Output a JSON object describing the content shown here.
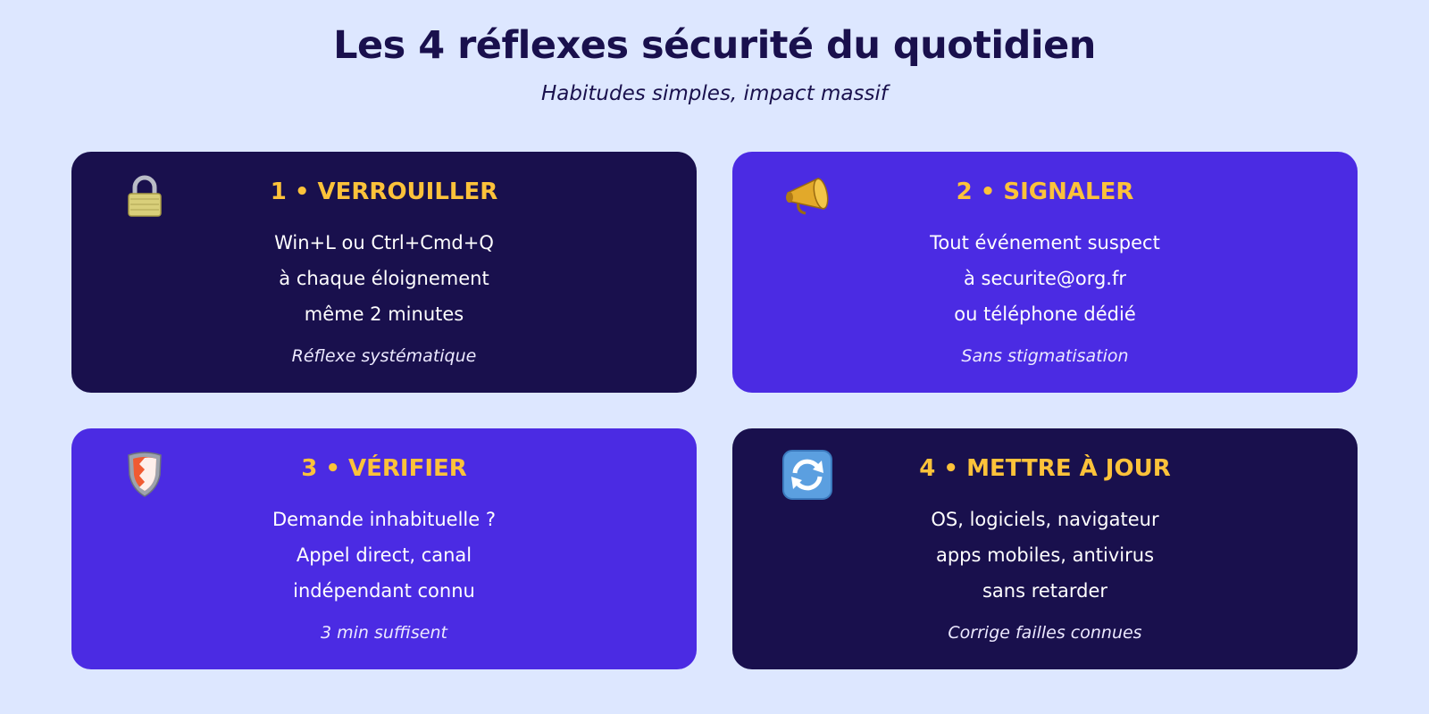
{
  "header": {
    "title": "Les 4 réflexes sécurité du quotidien",
    "subtitle": "Habitudes simples, impact massif"
  },
  "colors": {
    "background": "#dde7ff",
    "dark_card": "#19104d",
    "violet_card": "#4b2be3",
    "accent": "#fcc23a",
    "text": "#ffffff"
  },
  "cards": [
    {
      "icon": "padlock-icon",
      "title": "1 • VERROUILLER",
      "lines": [
        "Win+L ou Ctrl+Cmd+Q",
        "à chaque éloignement",
        "même 2 minutes"
      ],
      "note": "Réflexe systématique"
    },
    {
      "icon": "megaphone-icon",
      "title": "2 • SIGNALER",
      "lines": [
        "Tout événement suspect",
        "à securite@org.fr",
        "ou téléphone dédié"
      ],
      "note": "Sans stigmatisation"
    },
    {
      "icon": "shield-icon",
      "title": "3 • VÉRIFIER",
      "lines": [
        "Demande inhabituelle ?",
        "Appel direct, canal",
        "indépendant connu"
      ],
      "note": "3 min suffisent"
    },
    {
      "icon": "refresh-icon",
      "title": "4 • METTRE À JOUR",
      "lines": [
        "OS, logiciels, navigateur",
        "apps mobiles, antivirus",
        "sans retarder"
      ],
      "note": "Corrige failles connues"
    }
  ]
}
